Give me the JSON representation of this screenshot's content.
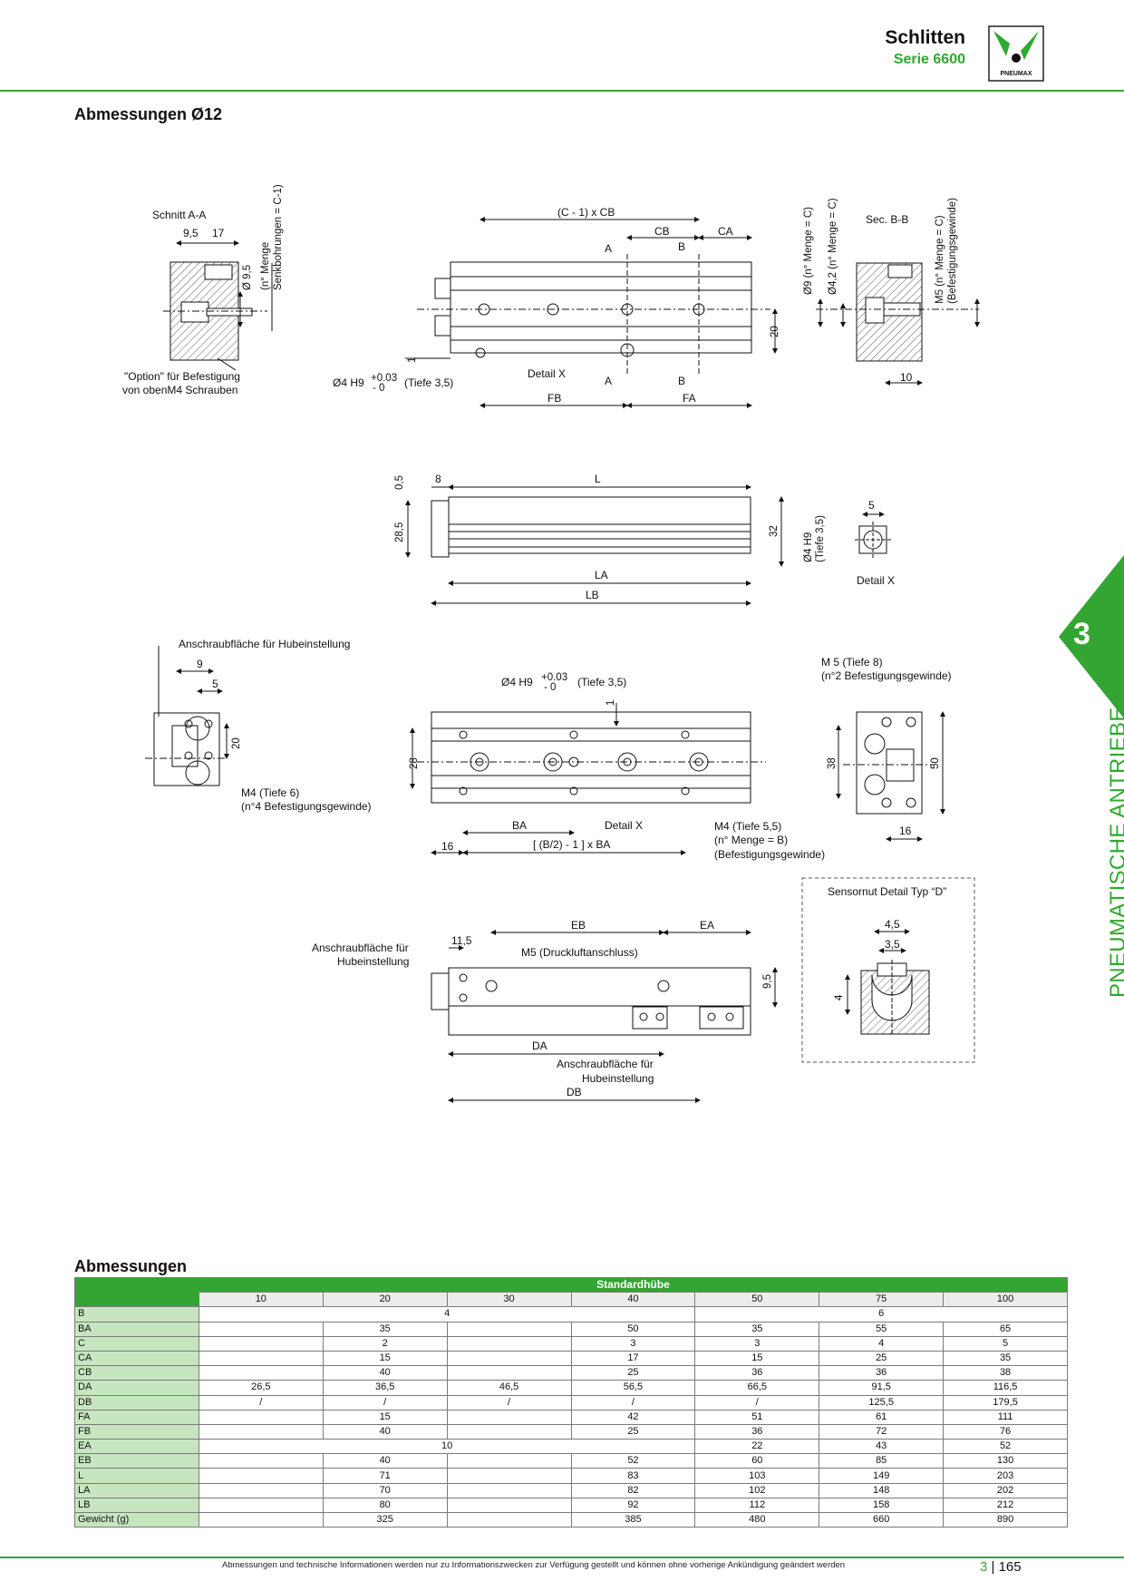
{
  "header": {
    "title": "Schlitten",
    "subtitle": "Serie 6600",
    "logo_text": "PNEUMAX"
  },
  "section_drawing_title": "Abmessungen Ø12",
  "section_table_title": "Abmessungen",
  "side_tab": {
    "number": "3",
    "label": "PNEUMATISCHE ANTRIEBE"
  },
  "colors": {
    "brand_green": "#2eaa2e",
    "table_header": "#33a532",
    "label_cell": "#c6e6c0"
  },
  "labels": {
    "schnitt_aa": "Schnitt A-A",
    "d95": "9,5",
    "d17": "17",
    "phi95": "Ø 9,5",
    "n_menge": "(n° Menge",
    "senkbohrungen": "Senkbohrungen = C-1)",
    "option1": "\"Option\" für Befestigung",
    "option2": "von obenM4 Schrauben",
    "c1cb": "(C - 1) x CB",
    "cb": "CB",
    "ca": "CA",
    "a": "A",
    "b": "B",
    "d20": "20",
    "d1": "1",
    "phi4h9": "Ø4 H9",
    "tol_plus": "+0.03",
    "tol_minus": "- 0",
    "tiefe35": "(Tiefe 3,5)",
    "detail_x": "Detail X",
    "fb": "FB",
    "fa": "FA",
    "phi9": "Ø9 (n° Menge = C)",
    "phi42": "Ø4,2 (n° Menge = C)",
    "sec_bb": "Sec. B-B",
    "m5_menge": "M5 (n° Menge = C)",
    "m5_bef": "(Befestigungsgewinde)",
    "d10": "10",
    "d05": "0,5",
    "d8": "8",
    "l": "L",
    "d285": "28,5",
    "d32": "32",
    "la": "LA",
    "lb": "LB",
    "phi4h9_v": "Ø4 H9",
    "tiefe35_v": "(Tiefe 3,5)",
    "d5": "5",
    "anschraub_hub": "Anschraubfläche für Hubeinstellung",
    "d9": "9",
    "m4_tiefe6": "M4 (Tiefe 6)",
    "m4_bef": "(n°4  Befestigungsgewinde)",
    "d28": "28",
    "ba": "BA",
    "b2ba": "[ (B/2) - 1 ] x BA",
    "d16": "16",
    "m4_tiefe55": "M4 (Tiefe 5,5)",
    "n_menge_b": "(n° Menge = B)",
    "bef": "(Befestigungsgewinde)",
    "m5_tiefe8": "M 5 (Tiefe 8)",
    "m5_n2": "(n°2 Befestigungsgewinde)",
    "d38": "38",
    "d50": "50",
    "sensornut": "Sensornut Detail Typ “D”",
    "d45": "4,5",
    "d35": "3,5",
    "d4": "4",
    "eb": "EB",
    "ea": "EA",
    "d115": "11,5",
    "anschraub_fuer": "Anschraubfläche für",
    "hubeinstellung": "Hubeinstellung",
    "m5_druck": "M5 (Druckluftanschluss)",
    "d95b": "9,5",
    "da": "DA",
    "db": "DB"
  },
  "table": {
    "group_header": "Standardhübe",
    "strokes": [
      "10",
      "20",
      "30",
      "40",
      "50",
      "75",
      "100"
    ],
    "rows": [
      {
        "label": "B",
        "cells": [
          {
            "v": "4",
            "span": 4
          },
          {
            "v": "6",
            "span": 3
          }
        ]
      },
      {
        "label": "BA",
        "cells": [
          {
            "v": "",
            "span": 1
          },
          {
            "v": "35",
            "span": 1
          },
          {
            "v": "",
            "span": 1
          },
          {
            "v": "50",
            "span": 1
          },
          {
            "v": "35",
            "span": 1
          },
          {
            "v": "55",
            "span": 1
          },
          {
            "v": "65",
            "span": 1
          }
        ]
      },
      {
        "label": "C",
        "cells": [
          {
            "v": "",
            "span": 1
          },
          {
            "v": "2",
            "span": 1
          },
          {
            "v": "",
            "span": 1
          },
          {
            "v": "3",
            "span": 1
          },
          {
            "v": "3",
            "span": 1
          },
          {
            "v": "4",
            "span": 1
          },
          {
            "v": "5",
            "span": 1
          }
        ]
      },
      {
        "label": "CA",
        "cells": [
          {
            "v": "",
            "span": 1
          },
          {
            "v": "15",
            "span": 1
          },
          {
            "v": "",
            "span": 1
          },
          {
            "v": "17",
            "span": 1
          },
          {
            "v": "15",
            "span": 1
          },
          {
            "v": "25",
            "span": 1
          },
          {
            "v": "35",
            "span": 1
          }
        ]
      },
      {
        "label": "CB",
        "cells": [
          {
            "v": "",
            "span": 1
          },
          {
            "v": "40",
            "span": 1
          },
          {
            "v": "",
            "span": 1
          },
          {
            "v": "25",
            "span": 1
          },
          {
            "v": "36",
            "span": 1
          },
          {
            "v": "36",
            "span": 1
          },
          {
            "v": "38",
            "span": 1
          }
        ]
      },
      {
        "label": "DA",
        "cells": [
          {
            "v": "26,5",
            "span": 1
          },
          {
            "v": "36,5",
            "span": 1
          },
          {
            "v": "46,5",
            "span": 1
          },
          {
            "v": "56,5",
            "span": 1
          },
          {
            "v": "66,5",
            "span": 1
          },
          {
            "v": "91,5",
            "span": 1
          },
          {
            "v": "116,5",
            "span": 1
          }
        ]
      },
      {
        "label": "DB",
        "cells": [
          {
            "v": "/",
            "span": 1
          },
          {
            "v": "/",
            "span": 1
          },
          {
            "v": "/",
            "span": 1
          },
          {
            "v": "/",
            "span": 1
          },
          {
            "v": "/",
            "span": 1
          },
          {
            "v": "125,5",
            "span": 1
          },
          {
            "v": "179,5",
            "span": 1
          }
        ]
      },
      {
        "label": "FA",
        "cells": [
          {
            "v": "",
            "span": 1
          },
          {
            "v": "15",
            "span": 1
          },
          {
            "v": "",
            "span": 1
          },
          {
            "v": "42",
            "span": 1
          },
          {
            "v": "51",
            "span": 1
          },
          {
            "v": "61",
            "span": 1
          },
          {
            "v": "111",
            "span": 1
          }
        ]
      },
      {
        "label": "FB",
        "cells": [
          {
            "v": "",
            "span": 1
          },
          {
            "v": "40",
            "span": 1
          },
          {
            "v": "",
            "span": 1
          },
          {
            "v": "25",
            "span": 1
          },
          {
            "v": "36",
            "span": 1
          },
          {
            "v": "72",
            "span": 1
          },
          {
            "v": "76",
            "span": 1
          }
        ]
      },
      {
        "label": "EA",
        "cells": [
          {
            "v": "10",
            "span": 4
          },
          {
            "v": "22",
            "span": 1
          },
          {
            "v": "43",
            "span": 1
          },
          {
            "v": "52",
            "span": 1
          }
        ]
      },
      {
        "label": "EB",
        "cells": [
          {
            "v": "",
            "span": 1
          },
          {
            "v": "40",
            "span": 1
          },
          {
            "v": "",
            "span": 1
          },
          {
            "v": "52",
            "span": 1
          },
          {
            "v": "60",
            "span": 1
          },
          {
            "v": "85",
            "span": 1
          },
          {
            "v": "130",
            "span": 1
          }
        ]
      },
      {
        "label": "L",
        "cells": [
          {
            "v": "",
            "span": 1
          },
          {
            "v": "71",
            "span": 1
          },
          {
            "v": "",
            "span": 1
          },
          {
            "v": "83",
            "span": 1
          },
          {
            "v": "103",
            "span": 1
          },
          {
            "v": "149",
            "span": 1
          },
          {
            "v": "203",
            "span": 1
          }
        ]
      },
      {
        "label": "LA",
        "cells": [
          {
            "v": "",
            "span": 1
          },
          {
            "v": "70",
            "span": 1
          },
          {
            "v": "",
            "span": 1
          },
          {
            "v": "82",
            "span": 1
          },
          {
            "v": "102",
            "span": 1
          },
          {
            "v": "148",
            "span": 1
          },
          {
            "v": "202",
            "span": 1
          }
        ]
      },
      {
        "label": "LB",
        "cells": [
          {
            "v": "",
            "span": 1
          },
          {
            "v": "80",
            "span": 1
          },
          {
            "v": "",
            "span": 1
          },
          {
            "v": "92",
            "span": 1
          },
          {
            "v": "112",
            "span": 1
          },
          {
            "v": "158",
            "span": 1
          },
          {
            "v": "212",
            "span": 1
          }
        ]
      },
      {
        "label": "Gewicht (g)",
        "cells": [
          {
            "v": "",
            "span": 1
          },
          {
            "v": "325",
            "span": 1
          },
          {
            "v": "",
            "span": 1
          },
          {
            "v": "385",
            "span": 1
          },
          {
            "v": "480",
            "span": 1
          },
          {
            "v": "660",
            "span": 1
          },
          {
            "v": "890",
            "span": 1
          }
        ]
      }
    ]
  },
  "footer": {
    "note": "Abmessungen und technische Informationen werden nur zu Informationszwecken zur Verfügung gestellt und können ohne vorherige Ankündigung geändert werden",
    "section": "3",
    "separator": "|",
    "page": "165"
  }
}
